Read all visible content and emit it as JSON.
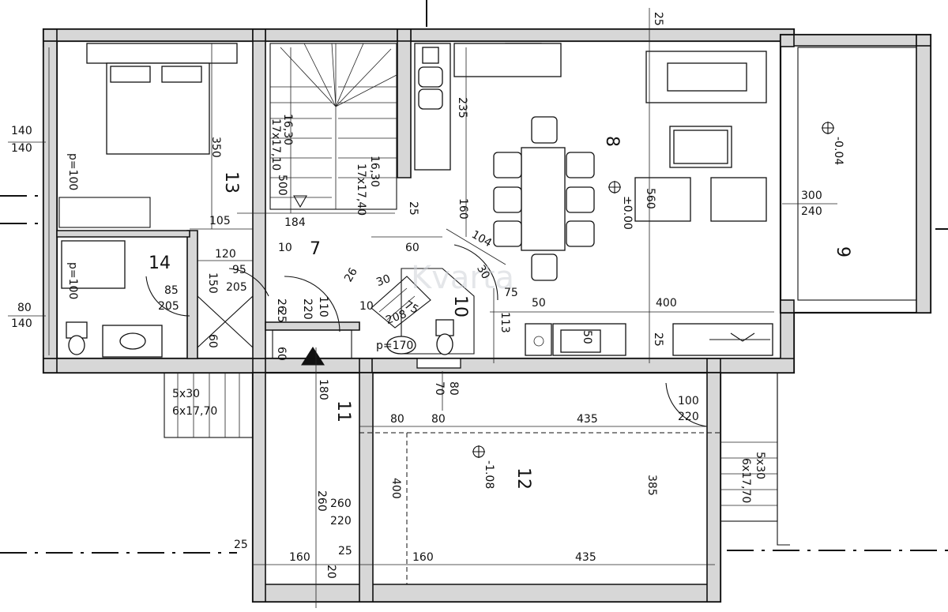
{
  "watermark": "Kvarta",
  "rooms": {
    "r7": "7",
    "r8": "8",
    "r9": "9",
    "r10": "10",
    "r11": "11",
    "r12": "12",
    "r13": "13",
    "r14": "14"
  },
  "levels": {
    "living": "±0.00",
    "terrace": "-0.04",
    "garage": "-1.08"
  },
  "notes": {
    "p100_bed": "p=100",
    "p100_bath": "p=100",
    "p170": "p=170",
    "stair_up": "16,30",
    "stair_up2": "17x17,10",
    "stair_dn": "16,30",
    "stair_dn2": "17x17,40",
    "outside_a": "5x30",
    "outside_b": "6x17,70",
    "outside_c": "5x30",
    "outside_d": "6x17,70"
  },
  "dims": {
    "top_25": "25",
    "l_140a": "140",
    "l_140b": "140",
    "l_80": "80",
    "l_140c": "140",
    "d_350": "350",
    "d_500": "500",
    "d_184": "184",
    "d_105": "105",
    "d_120": "120",
    "d_95": "95",
    "d_205a": "205",
    "d_150": "150",
    "d_85": "85",
    "d_205b": "205",
    "d_60a": "60",
    "d_10a": "10",
    "d_26": "26",
    "d_25a": "25",
    "d_110": "110",
    "d_220a": "220",
    "d_60b": "60",
    "d_25b": "25",
    "d_60c": "60",
    "d_160a": "160",
    "d_104": "104",
    "d_30a": "30",
    "d_26b": "26",
    "d_30b": "30",
    "d_10b": "10",
    "d_75a": "75",
    "d_208": "208",
    "d_75b": "75",
    "d_113": "113",
    "d_50a": "50",
    "d_400a": "400",
    "d_50b": "50",
    "d_25c": "25",
    "d_235": "235",
    "d_560": "560",
    "d_300": "300",
    "d_240": "240",
    "d_180": "180",
    "d_70": "70",
    "d_80a": "80",
    "d_80b": "80",
    "d_80c": "80",
    "d_435a": "435",
    "d_100": "100",
    "d_220b": "220",
    "d_385": "385",
    "d_400b": "400",
    "d_260": "260",
    "d_260b": "260",
    "d_220c": "220",
    "d_25d": "25",
    "d_160b": "160",
    "d_25e": "25",
    "d_160c": "160",
    "d_435b": "435",
    "d_20": "20"
  }
}
